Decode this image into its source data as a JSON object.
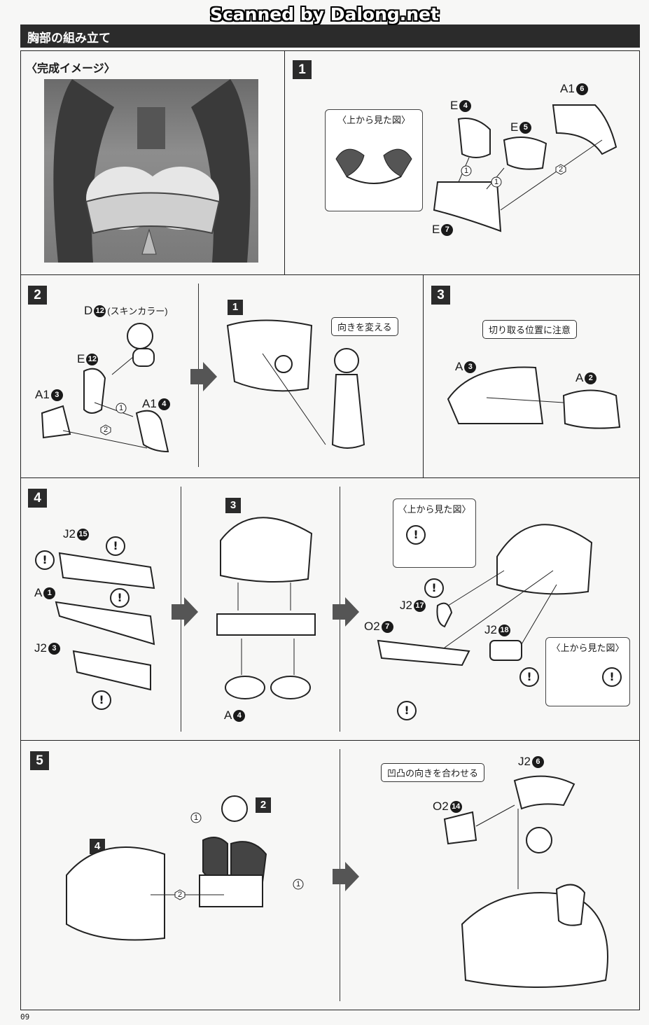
{
  "watermark": "Scanned by Dalong.net",
  "header": {
    "title": "胸部の組み立て"
  },
  "completion": {
    "label": "〈完成イメージ〉"
  },
  "steps": {
    "s1": "1",
    "s2": "2",
    "s3": "3",
    "s4": "4",
    "s5": "5"
  },
  "substeps": {
    "a": "1",
    "b": "3",
    "c": "2",
    "d": "4"
  },
  "callouts": {
    "top_view": "〈上から見た図〉",
    "change_direction": "向きを変える",
    "cut_position": "切り取る位置に注意",
    "align_bumps": "凹凸の向きを合わせる",
    "skin_color": "(スキンカラー)"
  },
  "parts": {
    "step1": [
      {
        "letter": "E",
        "num": "4"
      },
      {
        "letter": "E",
        "num": "5"
      },
      {
        "letter": "A1",
        "num": "6"
      },
      {
        "letter": "E",
        "num": "7"
      }
    ],
    "step2": [
      {
        "letter": "D",
        "num": "12"
      },
      {
        "letter": "E",
        "num": "12"
      },
      {
        "letter": "A1",
        "num": "3"
      },
      {
        "letter": "A1",
        "num": "4"
      }
    ],
    "step3": [
      {
        "letter": "A",
        "num": "3"
      },
      {
        "letter": "A",
        "num": "2"
      }
    ],
    "step4": [
      {
        "letter": "J2",
        "num": "15"
      },
      {
        "letter": "A",
        "num": "1"
      },
      {
        "letter": "J2",
        "num": "3"
      },
      {
        "letter": "A",
        "num": "4"
      },
      {
        "letter": "J2",
        "num": "17"
      },
      {
        "letter": "O2",
        "num": "7"
      },
      {
        "letter": "J2",
        "num": "18"
      }
    ],
    "step5": [
      {
        "letter": "J2",
        "num": "6"
      },
      {
        "letter": "O2",
        "num": "14"
      }
    ]
  },
  "order_marks": {
    "one": "1",
    "two": "2"
  },
  "warn_mark": "!",
  "page_number": "09"
}
